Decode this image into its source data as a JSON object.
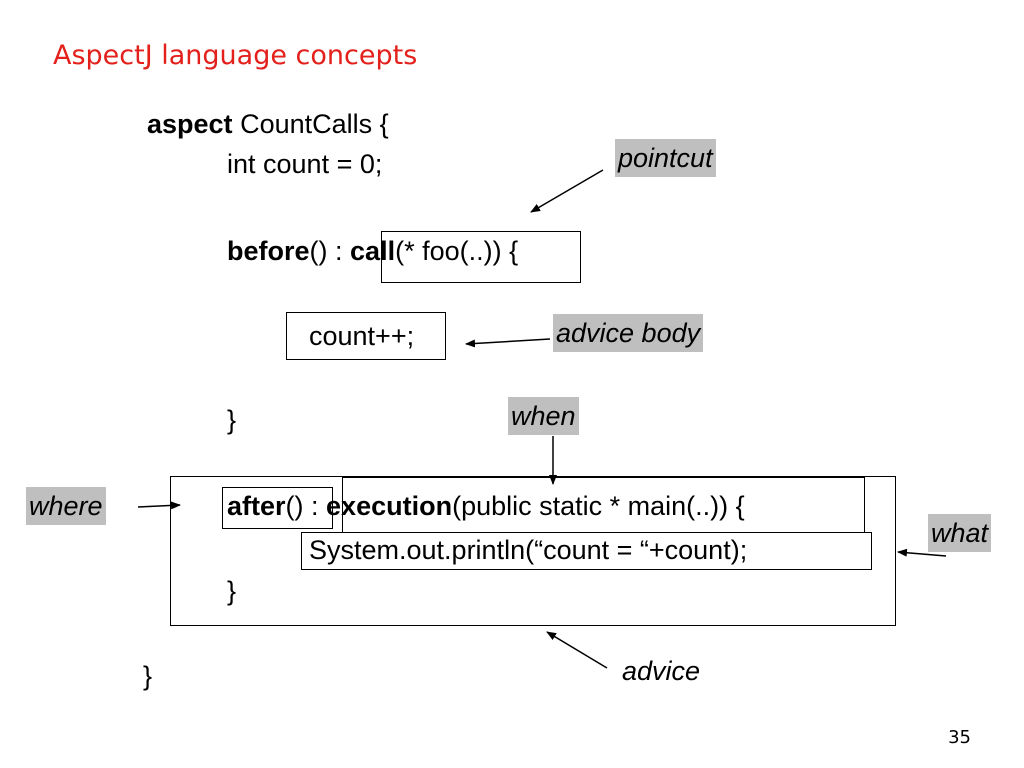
{
  "slide": {
    "title": "AspectJ language concepts",
    "page_number": "35"
  },
  "code": {
    "aspect_kw": "aspect",
    "aspect_rest": " CountCalls {",
    "field": "int count = 0;",
    "before_kw": "before",
    "before_sep": "() : ",
    "call_kw": "call",
    "call_rest": "(* foo(..))",
    "before_open": " {",
    "before_body": "count++;",
    "before_close": "}",
    "after_kw": "after",
    "after_sep": "() : ",
    "execution_kw": "execution",
    "execution_rest": "(public static * main(..))",
    "after_open": " {",
    "after_body": "System.out.println(“count = “+count);",
    "after_close": "}",
    "aspect_close": "}"
  },
  "annotations": {
    "pointcut": "pointcut",
    "advice_body": "advice body",
    "when": "when",
    "where": "where",
    "what": "what",
    "advice": "advice"
  }
}
